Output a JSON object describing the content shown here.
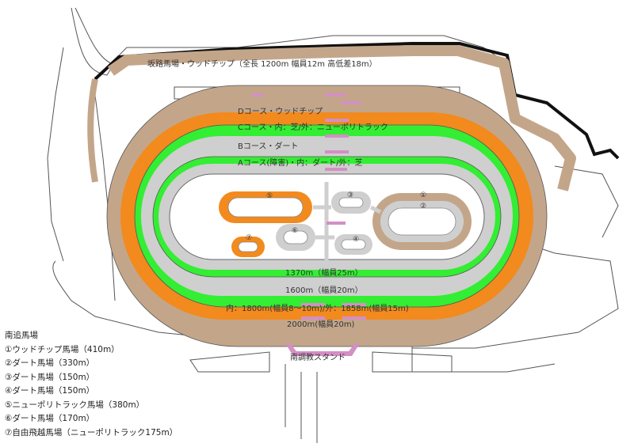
{
  "map": {
    "colors": {
      "woodchip": "#c3a68a",
      "turf": "#33ee33",
      "neopolitrack": "#f28a1e",
      "dirt": "#cfcfcf",
      "building": "#d48fc4",
      "outline": "#333333"
    },
    "labels": {
      "slope": "坂路馬場・ウッドチップ（全長 1200m 幅員12m 高低差18m）",
      "course_d": "Dコース・ウッドチップ",
      "course_c": "Cコース・内：芝/外：ニューポリトラック",
      "course_b": "Bコース・ダート",
      "course_a": "Aコース(障害)・内：ダート/外：芝",
      "len_1370": "1370m（幅員25m）",
      "len_1600": "1600m（幅員20m）",
      "len_1800": "内：1800m(幅員8～10m)/外：1858m(幅員15m)",
      "len_2000": "2000m(幅員20m)",
      "stand": "南調教スタンド"
    },
    "numbers": [
      "①",
      "②",
      "③",
      "④",
      "⑤",
      "⑥",
      "⑦"
    ]
  },
  "legend": {
    "title": "南追馬場",
    "items": [
      "①ウッドチップ馬場（410m）",
      "②ダート馬場（330m）",
      "③ダート馬場（150m）",
      "④ダート馬場（150m）",
      "⑤ニューポリトラック馬場（380m）",
      "⑥ダート馬場（170m）",
      "⑦自由飛越馬場（ニューポリトラック175m）"
    ]
  }
}
